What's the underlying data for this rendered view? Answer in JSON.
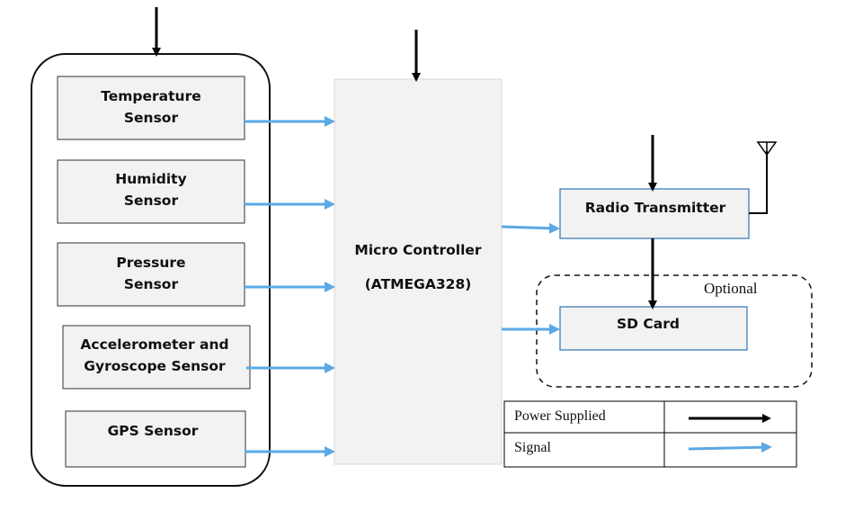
{
  "sensors": [
    {
      "id": "temperature",
      "lines": [
        "Temperature",
        "Sensor"
      ]
    },
    {
      "id": "humidity",
      "lines": [
        "Humidity",
        "Sensor"
      ]
    },
    {
      "id": "pressure",
      "lines": [
        "Pressure",
        "Sensor"
      ]
    },
    {
      "id": "accel-gyro",
      "lines": [
        "Accelerometer and",
        "Gyroscope Sensor"
      ]
    },
    {
      "id": "gps",
      "lines": [
        "GPS Sensor"
      ]
    }
  ],
  "microcontroller": {
    "lines": [
      "Micro Controller",
      "(ATMEGA328)"
    ]
  },
  "radio": {
    "label": "Radio Transmitter"
  },
  "sd_card": {
    "label": "SD Card"
  },
  "optional": {
    "label": "Optional"
  },
  "legend": {
    "power": "Power Supplied",
    "signal": "Signal"
  },
  "colors": {
    "power": "#000000",
    "signal": "#5aa9e6",
    "box_fill": "#f2f2f2",
    "box_stroke": "#333333",
    "mcu_fill": "#f2f2f2",
    "mcu_stroke": "#d9d9d9"
  }
}
